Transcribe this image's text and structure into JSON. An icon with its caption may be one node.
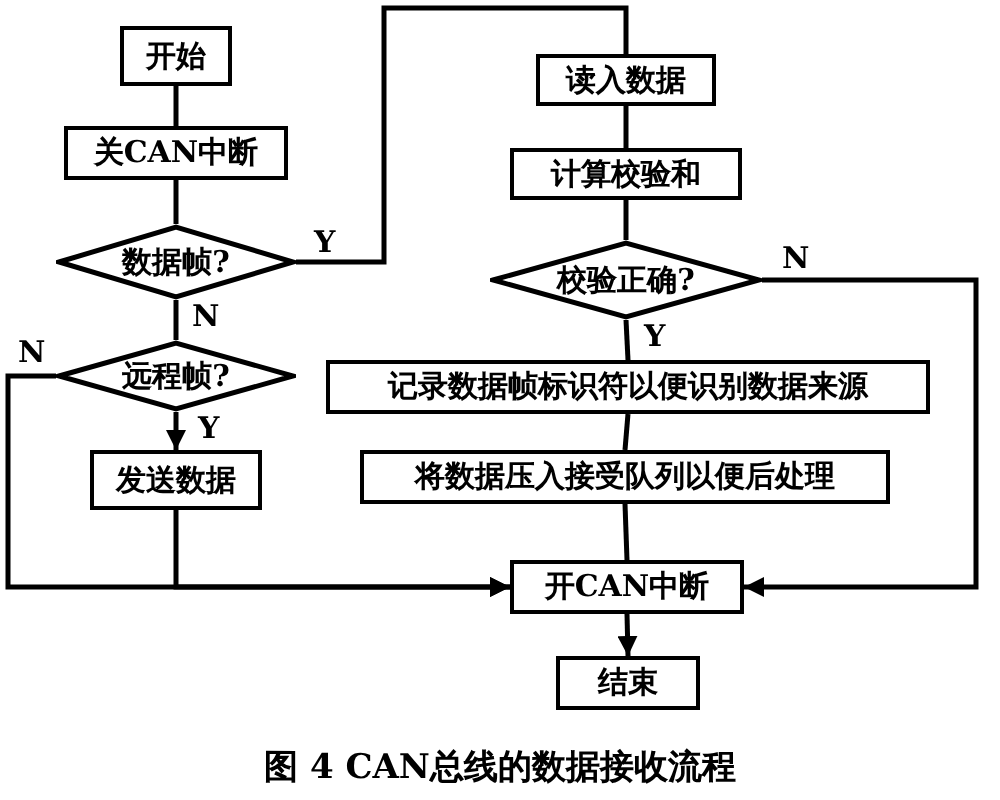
{
  "diagram": {
    "caption": "图 4 CAN总线的数据接收流程",
    "nodes": [
      {
        "text": [
          "开始"
        ]
      },
      {
        "text": [
          "关CAN中断"
        ]
      },
      {
        "text": [
          "数据帧?"
        ]
      },
      {
        "text": [
          "远程帧?"
        ]
      },
      {
        "text": [
          "发送数据"
        ]
      },
      {
        "text": [
          "读入数据"
        ]
      },
      {
        "text": [
          "计算校验和"
        ]
      },
      {
        "text": [
          "校验正确?"
        ]
      },
      {
        "text": [
          "记录数据帧标识符以便识别数据来源"
        ]
      },
      {
        "text": [
          "将数据压入接受队列以便后处理"
        ]
      },
      {
        "text": [
          "开CAN中断"
        ]
      },
      {
        "text": [
          "结束"
        ]
      }
    ],
    "edges": [
      {
        "from": 0,
        "to": 1,
        "arrow": "none"
      },
      {
        "from": 1,
        "to": 2,
        "arrow": "none"
      },
      {
        "from": 2,
        "to": 3,
        "arrow": "none",
        "label": "N"
      },
      {
        "from": 2,
        "to": 5,
        "arrow": "none",
        "label": "Y"
      },
      {
        "from": 3,
        "to": 4,
        "arrow": "to",
        "label": "Y"
      },
      {
        "from": 3,
        "to": 10,
        "arrow": "to",
        "label": "N"
      },
      {
        "from": 4,
        "to": 10,
        "arrow": "to"
      },
      {
        "from": 5,
        "to": 6,
        "arrow": "none"
      },
      {
        "from": 6,
        "to": 7,
        "arrow": "none"
      },
      {
        "from": 7,
        "to": 8,
        "arrow": "none",
        "label": "Y"
      },
      {
        "from": 8,
        "to": 9,
        "arrow": "none"
      },
      {
        "from": 9,
        "to": 10,
        "arrow": "none"
      },
      {
        "from": 7,
        "to": 10,
        "arrow": "to",
        "label": "N"
      },
      {
        "from": 10,
        "to": 11,
        "arrow": "to"
      }
    ]
  }
}
